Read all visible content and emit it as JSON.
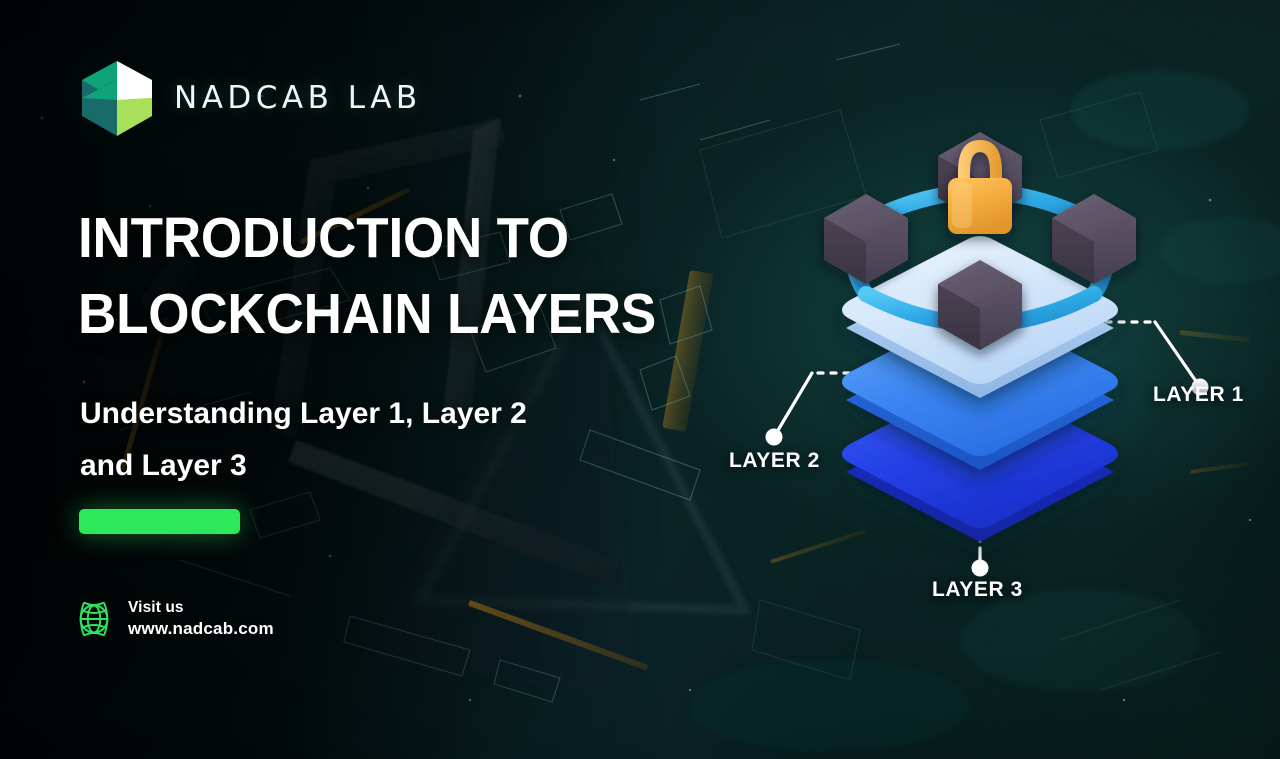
{
  "brand": {
    "logo_icon": "hexagon-cube-logo",
    "wordmark": "NADCAB LAB",
    "logo_colors": {
      "teal": "#10a37a",
      "dark_teal": "#186b68",
      "white": "#ffffff",
      "light_green": "#a8e05a"
    }
  },
  "hero": {
    "title_line1": "INTRODUCTION TO",
    "title_line2": "BLOCKCHAIN LAYERS",
    "subtitle_line1": "Understanding Layer 1, Layer 2",
    "subtitle_line2": "and Layer 3",
    "accent_bar_color": "#2ee85c"
  },
  "contact": {
    "icon": "globe-icon",
    "label": "Visit us",
    "url": "www.nadcab.com",
    "icon_color": "#2de55e"
  },
  "illustration": {
    "name": "blockchain-layers-3d-illustration",
    "lock_icon": "padlock-icon",
    "lock_color": "#f2a93a",
    "node_cube_color": "#4f4656",
    "ring_color": "#34b4e8",
    "nodes": 4,
    "layers": [
      {
        "id": "layer-1",
        "label": "LAYER 1",
        "color": "#cfe3fb",
        "position": "top"
      },
      {
        "id": "layer-2",
        "label": "LAYER 2",
        "color": "#2f7ef0",
        "position": "middle"
      },
      {
        "id": "layer-3",
        "label": "LAYER 3",
        "color": "#2244e0",
        "position": "bottom"
      }
    ],
    "connector_color": "#ffffff"
  },
  "theme": {
    "background_dark": "#050e0d",
    "background_teal": "#0d3a38",
    "text_primary": "#ffffff",
    "accent_green": "#2ee85c"
  }
}
